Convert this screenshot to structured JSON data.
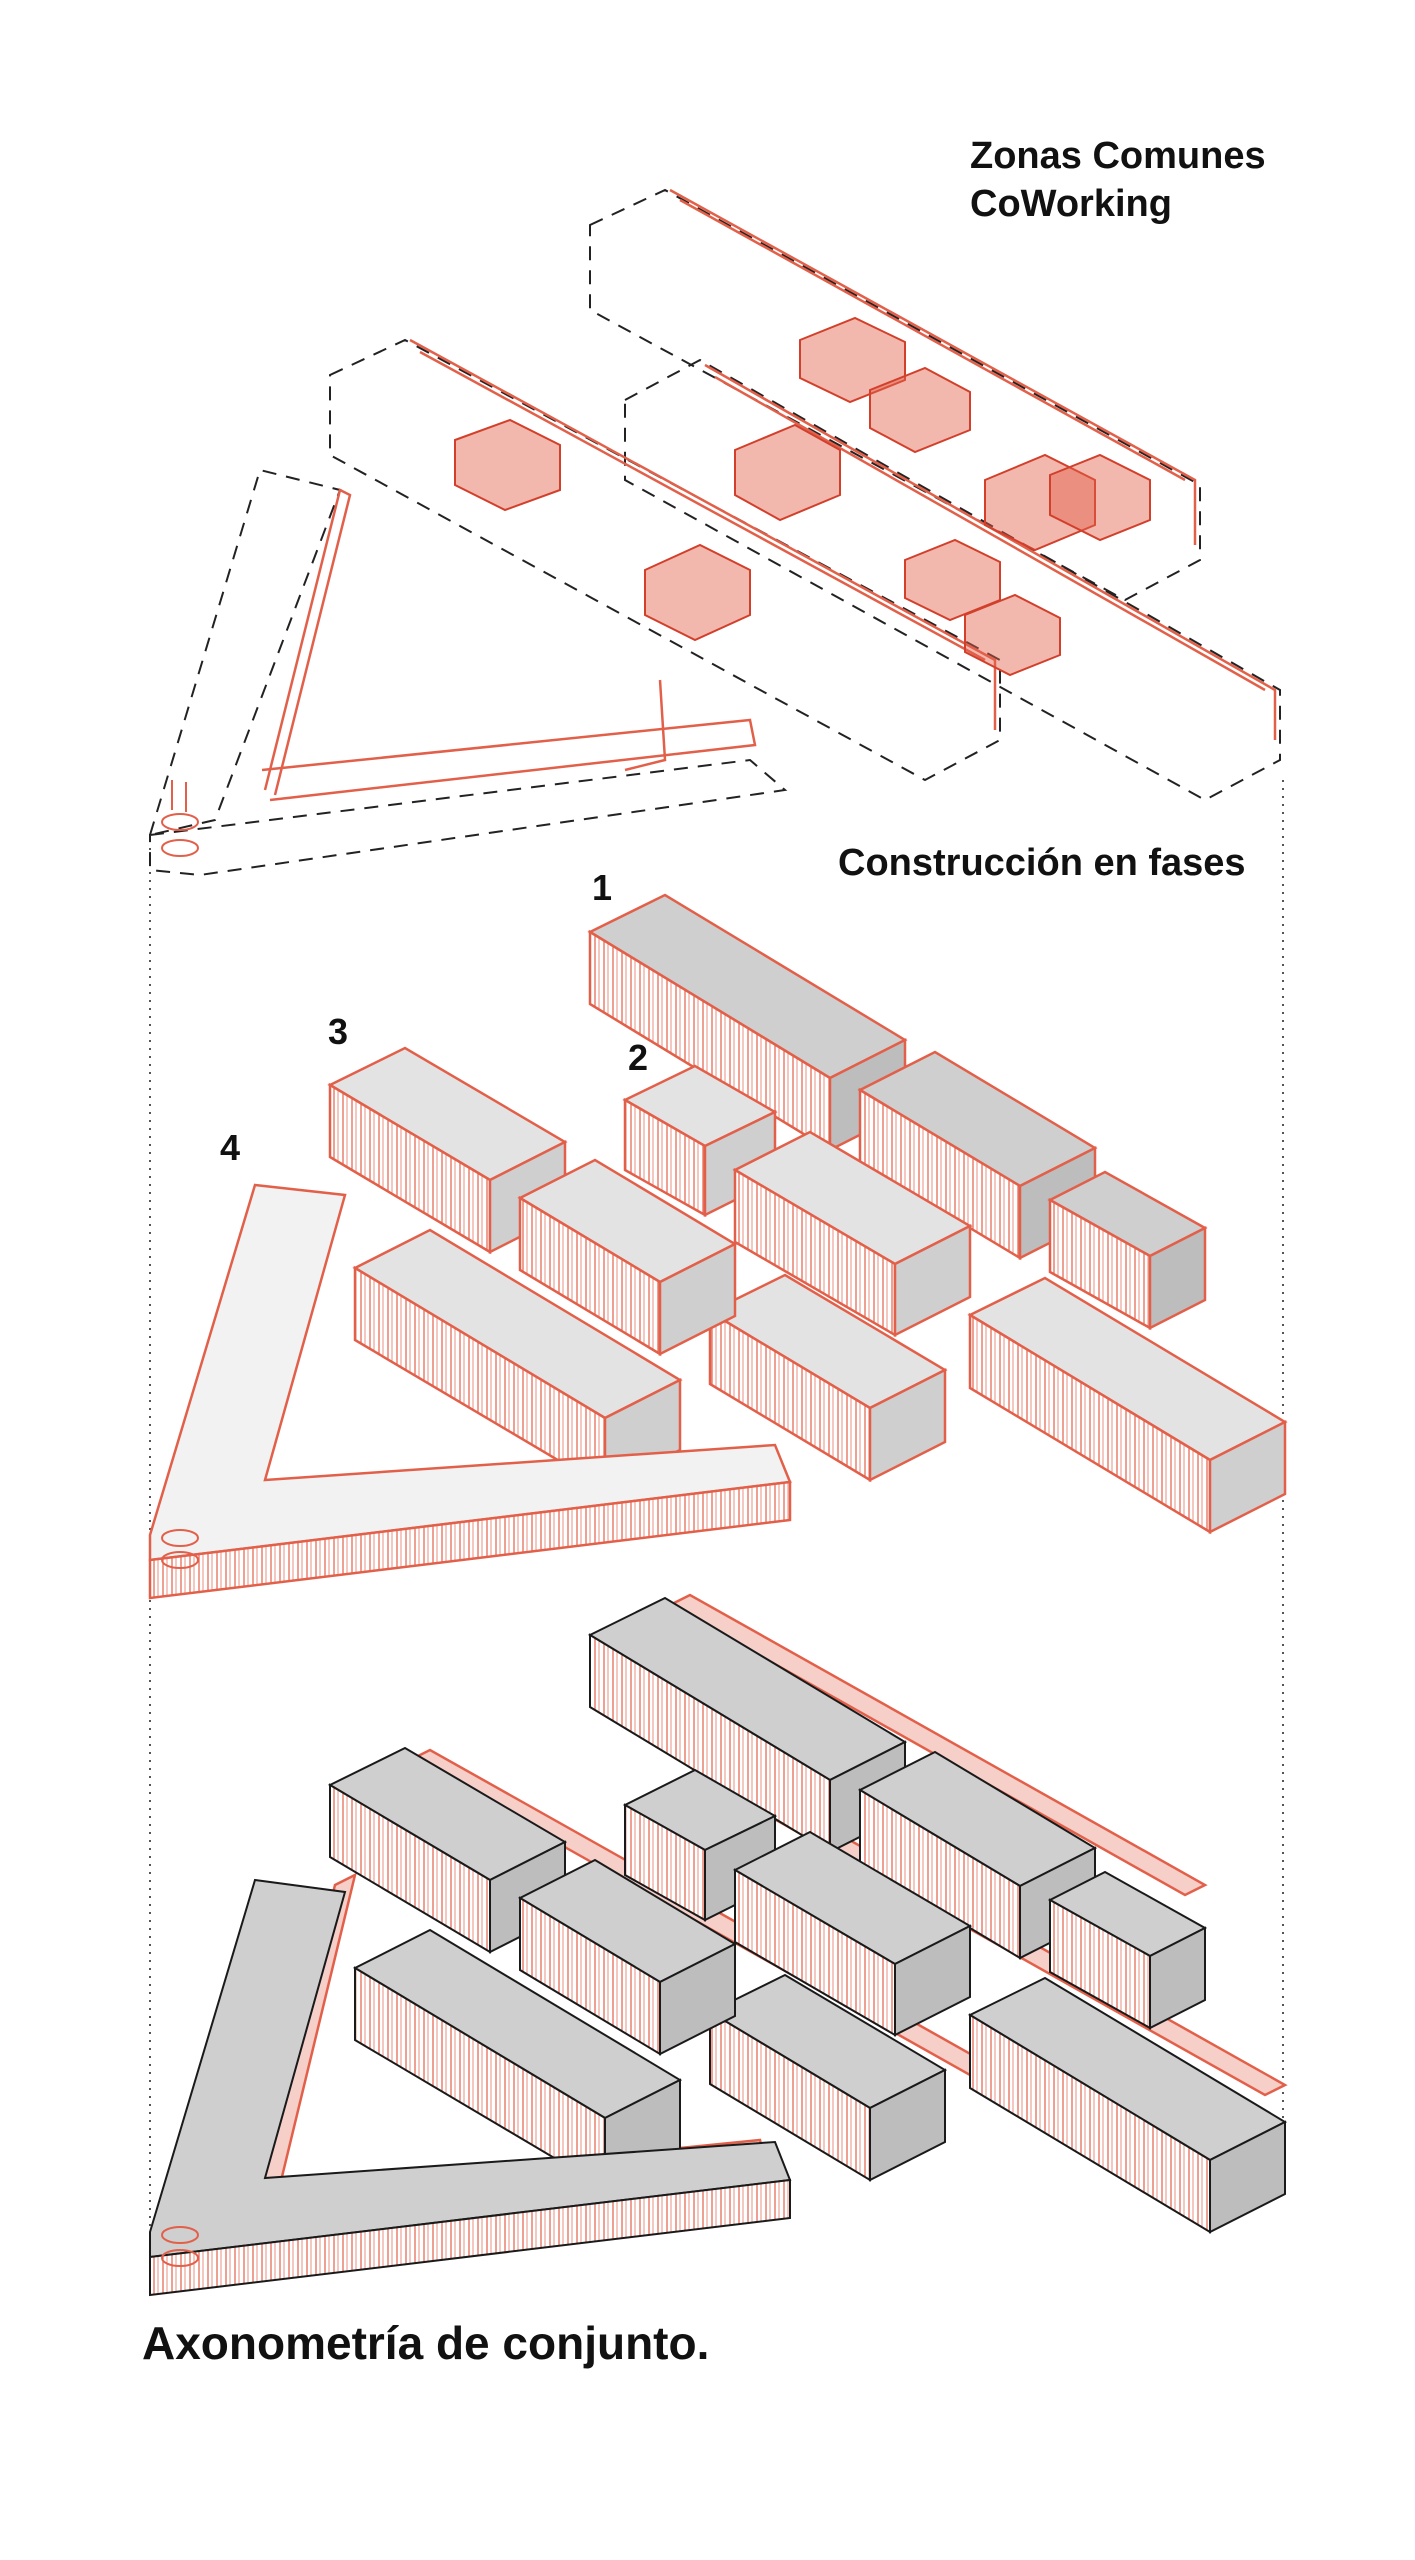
{
  "labels": {
    "zones_line1": "Zonas Comunes",
    "zones_line2": "CoWorking",
    "phases": "Construcción en fases",
    "phase_1": "1",
    "phase_2": "2",
    "phase_3": "3",
    "phase_4": "4",
    "caption": "Axonometría de conjunto."
  },
  "colors": {
    "accent": "#e2604a",
    "accent_fill": "#f2b3a6",
    "roof_gray": "#cfcfcf",
    "roof_light": "#e3e3e3",
    "roof_pale": "#f2f2f2",
    "stroke": "#1a1a1a"
  }
}
